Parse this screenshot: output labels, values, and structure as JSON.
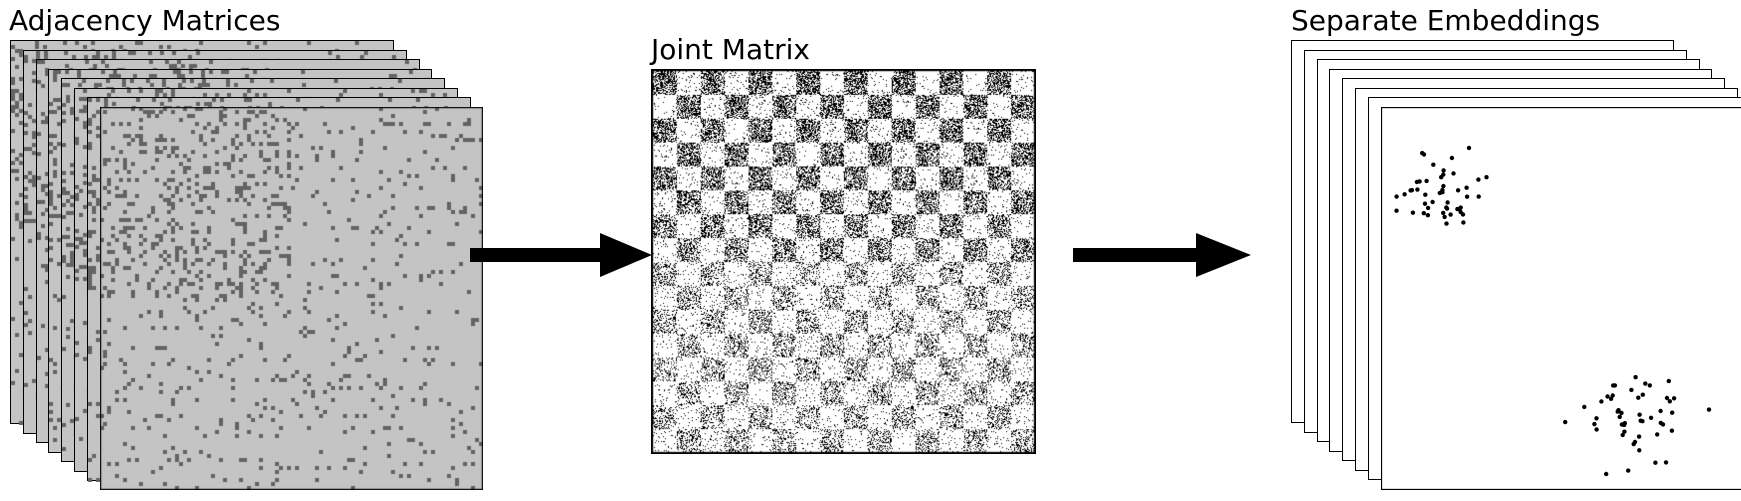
{
  "titles": {
    "adjacency": "Adjacency Matrices",
    "joint": "Joint Matrix",
    "embeddings": "Separate Embeddings"
  },
  "colors": {
    "matrix_background": "#c4c4c4",
    "matrix_edge": "#636363",
    "joint_ink": "#000000",
    "arrow": "#000000",
    "point": "#000000"
  },
  "matrix_stack_count": 8,
  "embedding_stack_count": 8,
  "joint_block_grid": 16
}
